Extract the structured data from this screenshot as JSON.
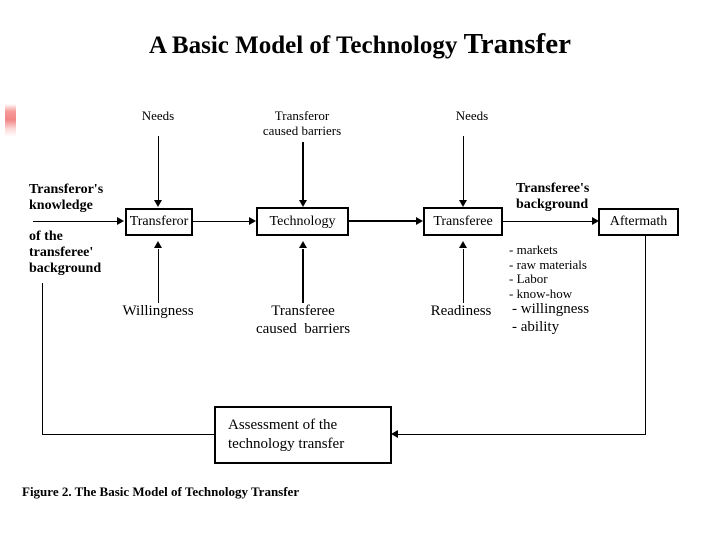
{
  "slide": {
    "title_main": "A Basic Model of Technology ",
    "title_accent": "Transfer",
    "caption": "Figure 2. The Basic Model of Technology Transfer",
    "background_color": "#ffffff",
    "ink_color": "#000000",
    "marker_color": "#f07878"
  },
  "nodes": {
    "transferor": "Transferor",
    "technology": "Technology",
    "transferee": "Transferee",
    "aftermath": "Aftermath",
    "assessment_line1": "Assessment of the",
    "assessment_line2": "technology transfer"
  },
  "labels": {
    "needs_left": "Needs",
    "needs_right": "Needs",
    "transferor_caused_barriers_line1": "Transferor",
    "transferor_caused_barriers_line2": "caused barriers",
    "transferee_caused_barriers_line1": "Transferee",
    "transferee_caused_barriers_line2": "caused  barriers",
    "transferor_knowledge_line1": "Transferor's",
    "transferor_knowledge_line2": "knowledge",
    "transferor_knowledge_line3": "of the",
    "transferor_knowledge_line4": "transferee'",
    "transferor_knowledge_line5": "background",
    "transferee_background_line1": "Transferee's",
    "transferee_background_line2": "background",
    "willingness": "Willingness",
    "readiness": "Readiness"
  },
  "aftermath_outcomes": [
    {
      "text": "- markets",
      "emphasis": "small"
    },
    {
      "text": "- raw materials",
      "emphasis": "small"
    },
    {
      "text": "- Labor",
      "emphasis": "small"
    },
    {
      "text": "- know-how",
      "emphasis": "small"
    },
    {
      "text": "- willingness",
      "emphasis": "big"
    },
    {
      "text": "- ability",
      "emphasis": "big"
    }
  ]
}
